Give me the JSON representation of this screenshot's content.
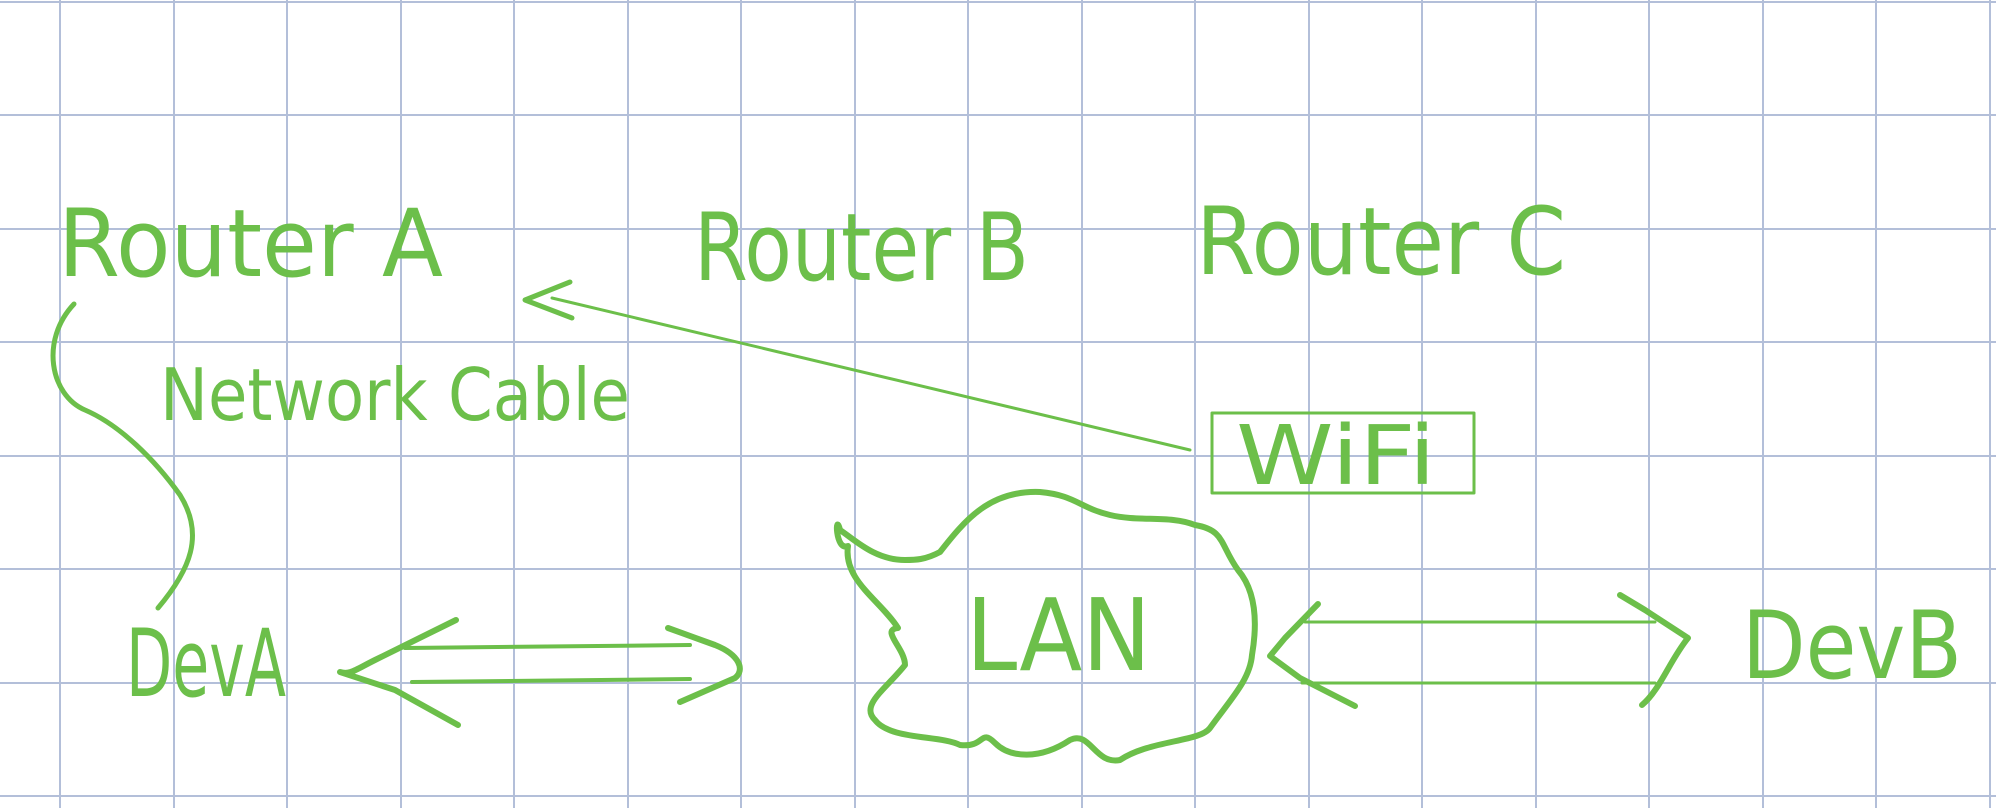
{
  "colors": {
    "ink": "#6cbf4a",
    "grid": "#b3bfd9",
    "background": "#ffffff"
  },
  "nodes": {
    "router_a": "Router A",
    "router_b": "Router B",
    "router_c": "Router C",
    "dev_a": "DevA",
    "dev_b": "DevB",
    "lan": "LAN"
  },
  "labels": {
    "network_cable": "Network Cable",
    "wifi": "WiFi"
  }
}
